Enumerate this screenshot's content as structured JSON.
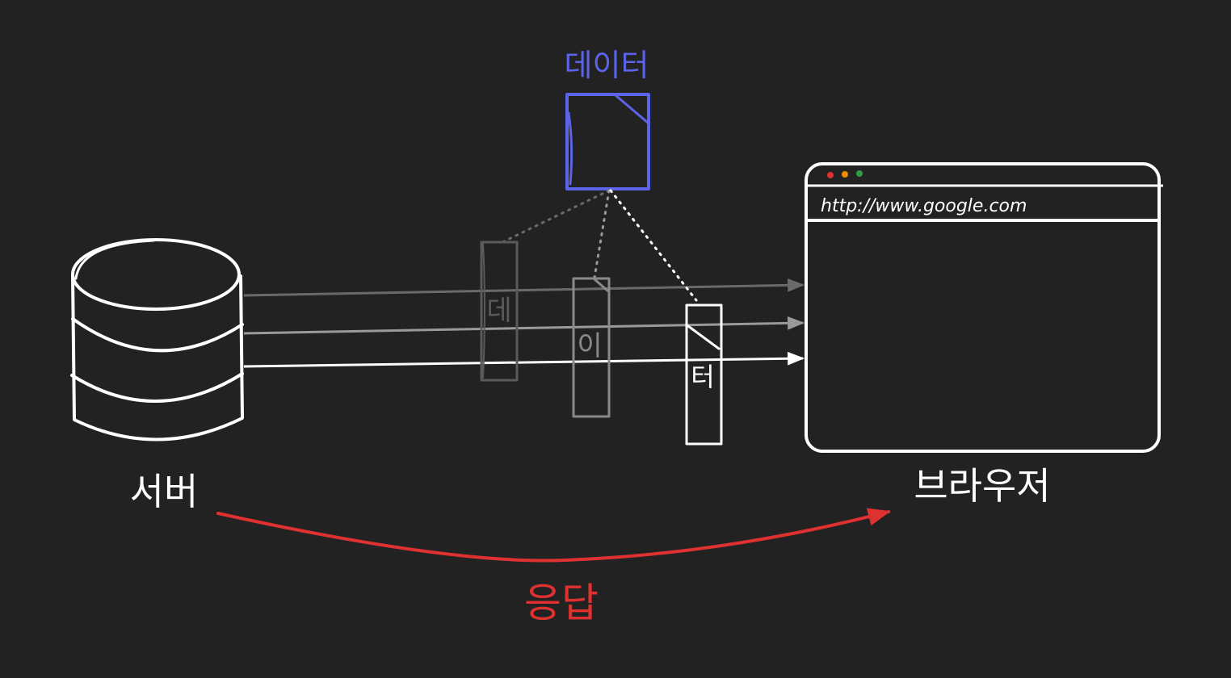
{
  "server": {
    "label": "서버"
  },
  "browser": {
    "label": "브라우저",
    "url": "http://www.google.com",
    "dot_colors": [
      "#e03131",
      "#f08c00",
      "#2f9e44"
    ]
  },
  "data_file": {
    "label": "데이터",
    "color": "#5b63e8"
  },
  "chunks": [
    {
      "label": "데"
    },
    {
      "label": "이"
    },
    {
      "label": "터"
    }
  ],
  "response": {
    "label": "응답",
    "color": "#e03131"
  }
}
